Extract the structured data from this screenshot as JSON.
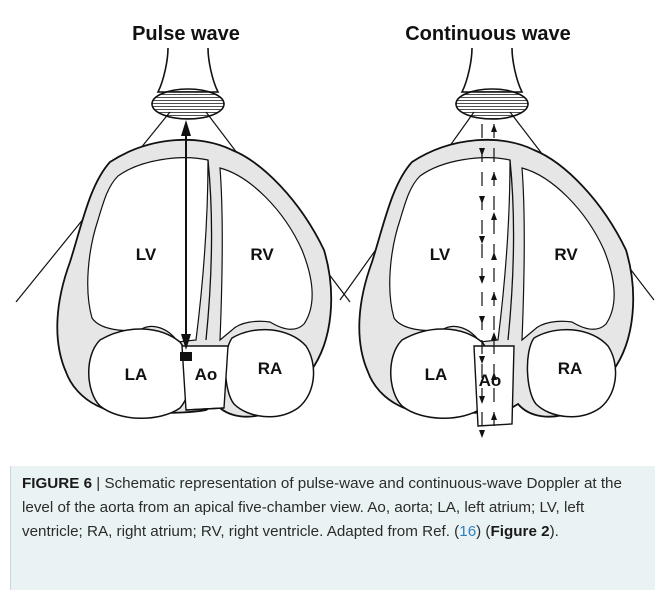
{
  "panels": {
    "left_title": "Pulse wave",
    "right_title": "Continuous wave"
  },
  "chambers": {
    "lv": "LV",
    "rv": "RV",
    "la": "LA",
    "ra": "RA",
    "ao": "Ao"
  },
  "caption": {
    "label": "FIGURE 6",
    "separator": " | ",
    "text_1": "Schematic representation of pulse-wave and continuous-wave Doppler at the level of the aorta from an apical five-chamber view. Ao, aorta; LA, left atrium; LV, left ventricle; RA, right atrium; RV, right ventricle. Adapted from Ref. (",
    "ref_number": "16",
    "text_2": ") (",
    "figure_ref": "Figure 2",
    "text_3": ")."
  },
  "colors": {
    "ink": "#111111",
    "wall_fill": "#e6e6e6",
    "caption_bg": "#eaf3f3",
    "link": "#2e7fbf"
  }
}
